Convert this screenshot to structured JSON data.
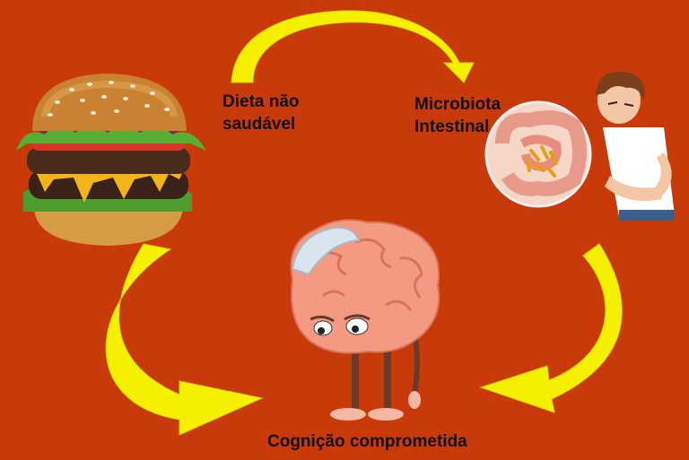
{
  "diagram": {
    "background_color": "#c93a0a",
    "arrow_color": "#f4f000",
    "nodes": {
      "diet": {
        "label_line1": "Dieta não",
        "label_line2": "saudável",
        "icon": "hamburger-icon"
      },
      "microbiota": {
        "label_line1": "Microbiota",
        "label_line2": "Intestinal",
        "icon": "gut-microbiota-icon"
      },
      "cognition": {
        "label": "Cognição comprometida",
        "icon": "sad-brain-icon"
      }
    },
    "edges": [
      {
        "from": "diet",
        "to": "microbiota"
      },
      {
        "from": "diet",
        "to": "cognition"
      },
      {
        "from": "microbiota",
        "to": "cognition"
      }
    ]
  }
}
